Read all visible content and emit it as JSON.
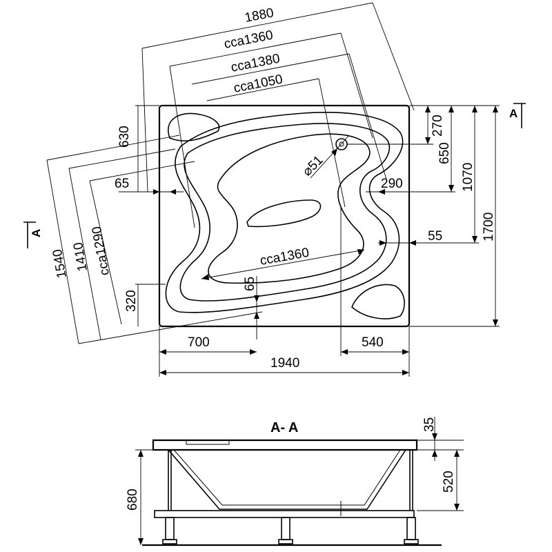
{
  "plan_view": {
    "dim_top_diag_overall": "1880",
    "dim_top_diag_1": "cca1360",
    "dim_top_diag_2": "cca1380",
    "dim_top_diag_3": "cca1050",
    "dim_left_630": "630",
    "dim_left_65": "65",
    "dim_left_1540": "1540",
    "dim_left_1410": "1410",
    "dim_left_1290": "cca1290",
    "dim_left_320": "320",
    "dim_inner_cca1360": "cca1360",
    "dim_inner_65": "65",
    "dim_drain": "⌀51",
    "dim_right_270": "270",
    "dim_right_650": "650",
    "dim_right_1070": "1070",
    "dim_right_1700": "1700",
    "dim_right_290": "290",
    "dim_right_55": "55",
    "dim_bottom_700": "700",
    "dim_bottom_540": "540",
    "dim_bottom_1940": "1940",
    "section_marker_left": "A",
    "section_marker_right": "A"
  },
  "section_view": {
    "title": "A- A",
    "dim_height_680": "680",
    "dim_height_520": "520",
    "dim_rim_35": "35"
  }
}
